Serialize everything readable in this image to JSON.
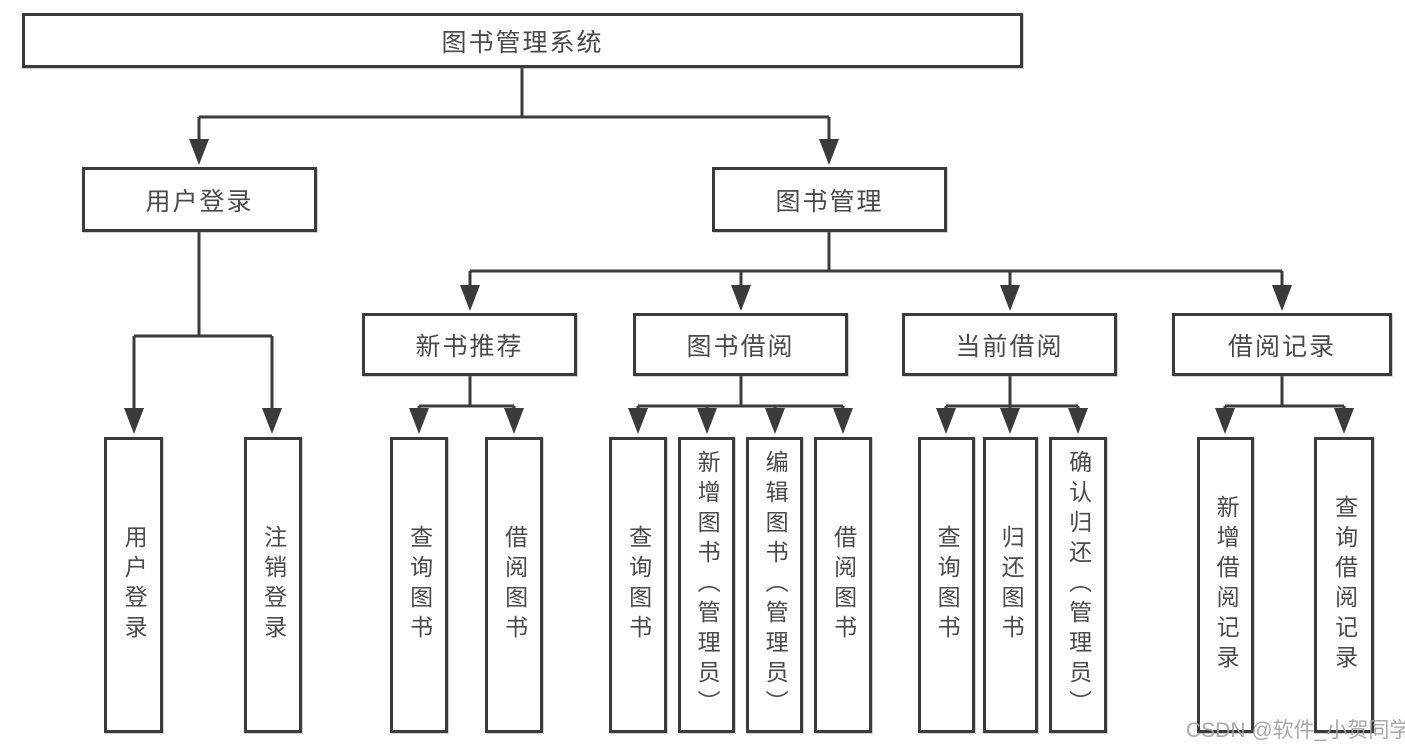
{
  "diagram": {
    "root": {
      "label": "图书管理系统"
    },
    "level2": [
      {
        "label": "用户登录"
      },
      {
        "label": "图书管理"
      }
    ],
    "level3": [
      {
        "label": "新书推荐",
        "parent": "图书管理"
      },
      {
        "label": "图书借阅",
        "parent": "图书管理"
      },
      {
        "label": "当前借阅",
        "parent": "图书管理"
      },
      {
        "label": "借阅记录",
        "parent": "图书管理"
      }
    ],
    "leaves": [
      {
        "label": "用户登录",
        "parent": "用户登录"
      },
      {
        "label": "注销登录",
        "parent": "用户登录"
      },
      {
        "label": "查询图书",
        "parent": "新书推荐"
      },
      {
        "label": "借阅图书",
        "parent": "新书推荐"
      },
      {
        "label": "查询图书",
        "parent": "图书借阅"
      },
      {
        "label": "新增图书（管理员）",
        "parent": "图书借阅"
      },
      {
        "label": "编辑图书（管理员）",
        "parent": "图书借阅"
      },
      {
        "label": "借阅图书",
        "parent": "图书借阅"
      },
      {
        "label": "查询图书",
        "parent": "当前借阅"
      },
      {
        "label": "归还图书",
        "parent": "当前借阅"
      },
      {
        "label": "确认归还（管理员）",
        "parent": "当前借阅"
      },
      {
        "label": "新增借阅记录",
        "parent": "借阅记录"
      },
      {
        "label": "查询借阅记录",
        "parent": "借阅记录"
      }
    ]
  },
  "watermark": {
    "text": "CSDN @软件_小贺同学"
  },
  "colors": {
    "line": "#3b3b3b",
    "text": "#4a4a4a",
    "watermark": "#9e9e9e",
    "background": "#ffffff"
  }
}
